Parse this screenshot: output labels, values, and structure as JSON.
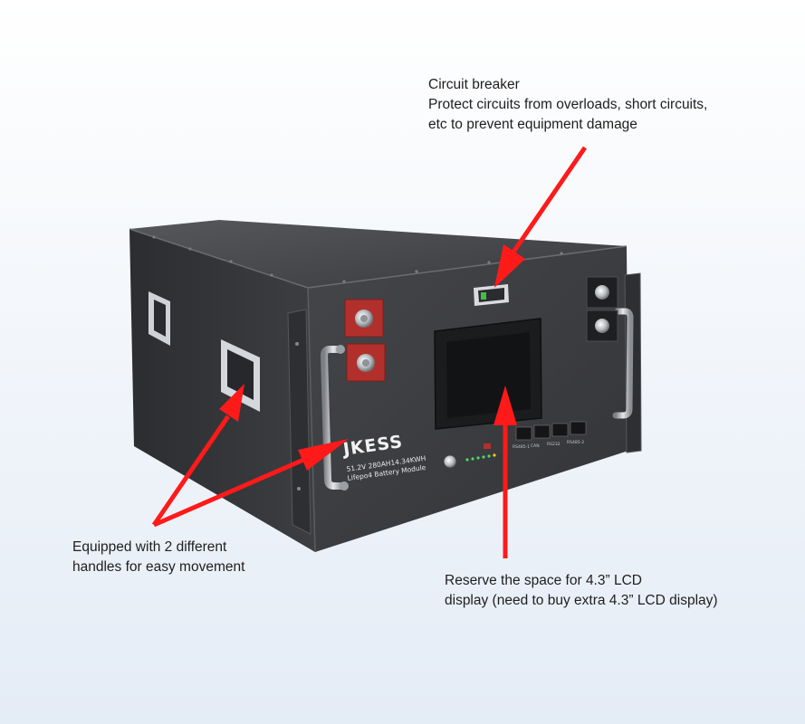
{
  "product": {
    "brand": "JKESS",
    "spec_line1": "51.2V 280AH14.34KWH",
    "spec_line2": "Lifepo4 Battery Module",
    "ports": [
      "RS485-1",
      "CAN",
      "RS232",
      "RS485-2"
    ]
  },
  "callouts": {
    "breaker": {
      "title": "Circuit breaker",
      "line1": "Protect circuits from overloads, short circuits,",
      "line2": "etc to prevent equipment damage"
    },
    "handles": {
      "line1": "Equipped with 2 different",
      "line2": "handles for easy movement"
    },
    "lcd": {
      "line1": "Reserve the space for 4.3”  LCD",
      "line2": "display (need to buy extra 4.3”  LCD display)"
    }
  },
  "colors": {
    "background_top": "#ffffff",
    "background_bottom": "#e4ecf6",
    "arrow": "#ff1a1a",
    "chassis": "#3c3c3e",
    "terminal_red": "#b2302c"
  }
}
